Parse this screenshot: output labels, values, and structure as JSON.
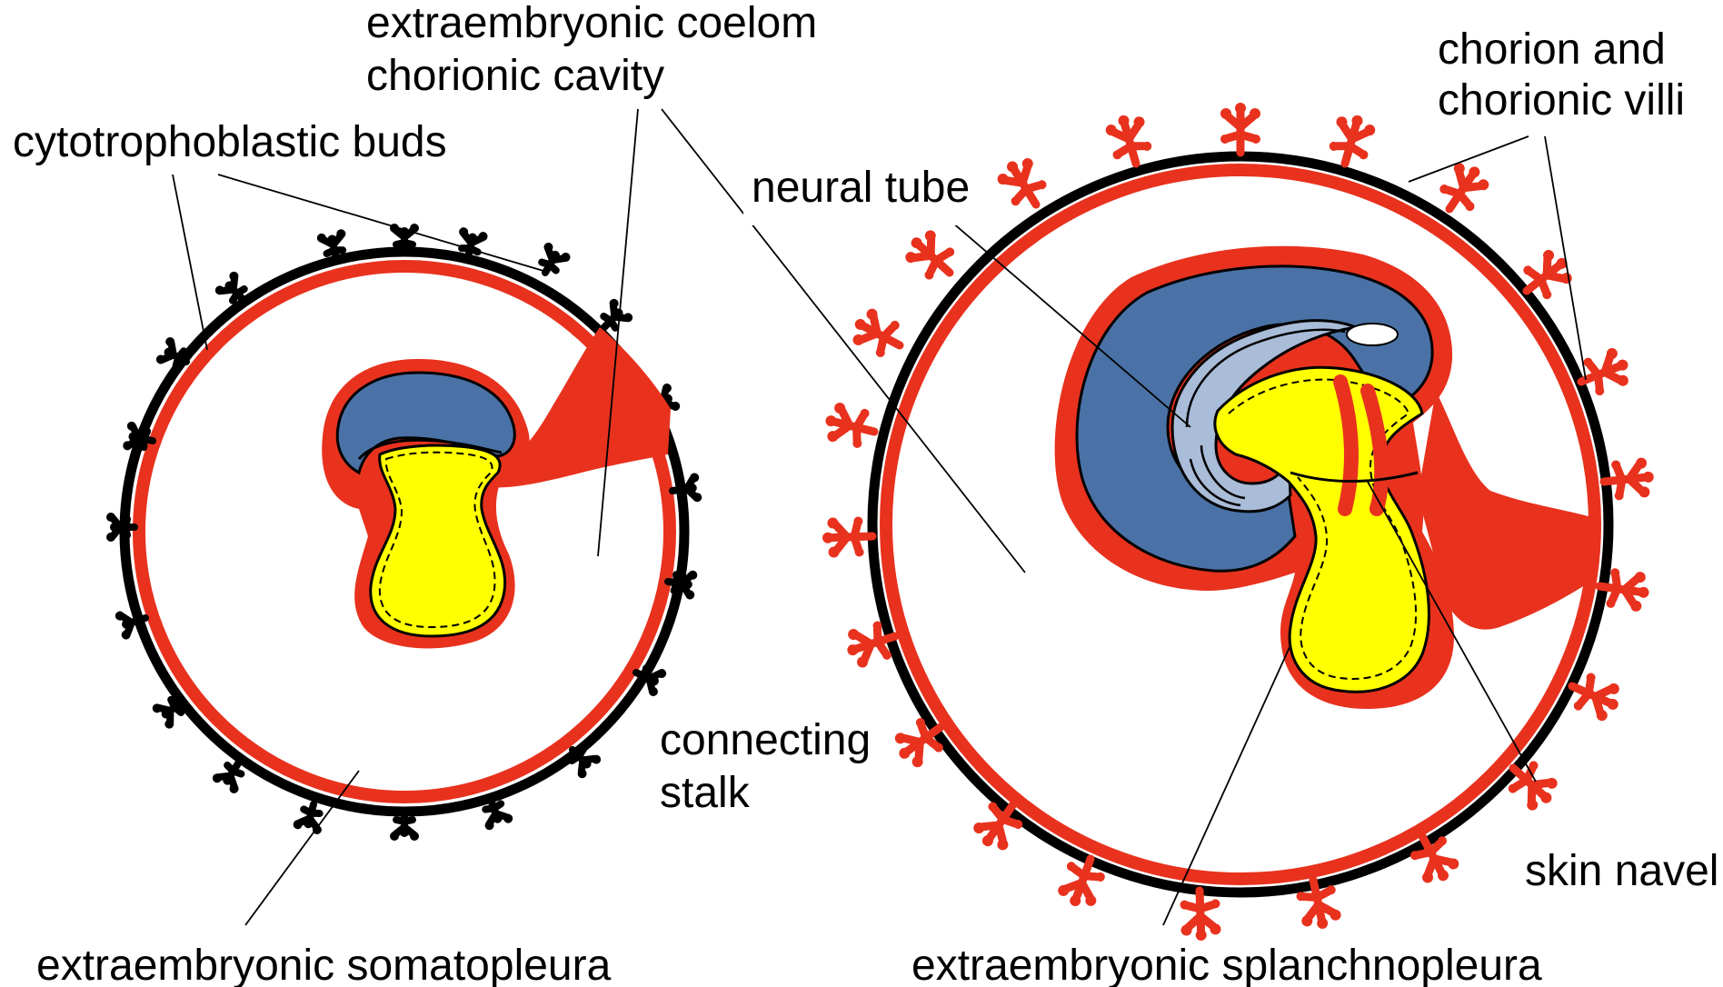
{
  "labels": {
    "extraembryonic_coelom": "extraembryonic coelom",
    "chorionic_cavity": "chorionic cavity",
    "cytotrophoblastic_buds": "cytotrophoblastic buds",
    "neural_tube": "neural tube",
    "chorion_line1": "chorion and",
    "chorion_line2": "chorionic villi",
    "connecting_line1": "connecting",
    "connecting_line2": "stalk",
    "skin_navel": "skin navel",
    "somatopleura": "extraembryonic somatopleura",
    "splanchnopleura": "extraembryonic splanchnopleura"
  },
  "colors": {
    "background": "#ffffff",
    "outline": "#000000",
    "chorion_red": "#e8321e",
    "ectoderm_blue": "#4a72a6",
    "neural_light_blue": "#a9bcd8",
    "yolk_yellow": "#ffff00"
  }
}
